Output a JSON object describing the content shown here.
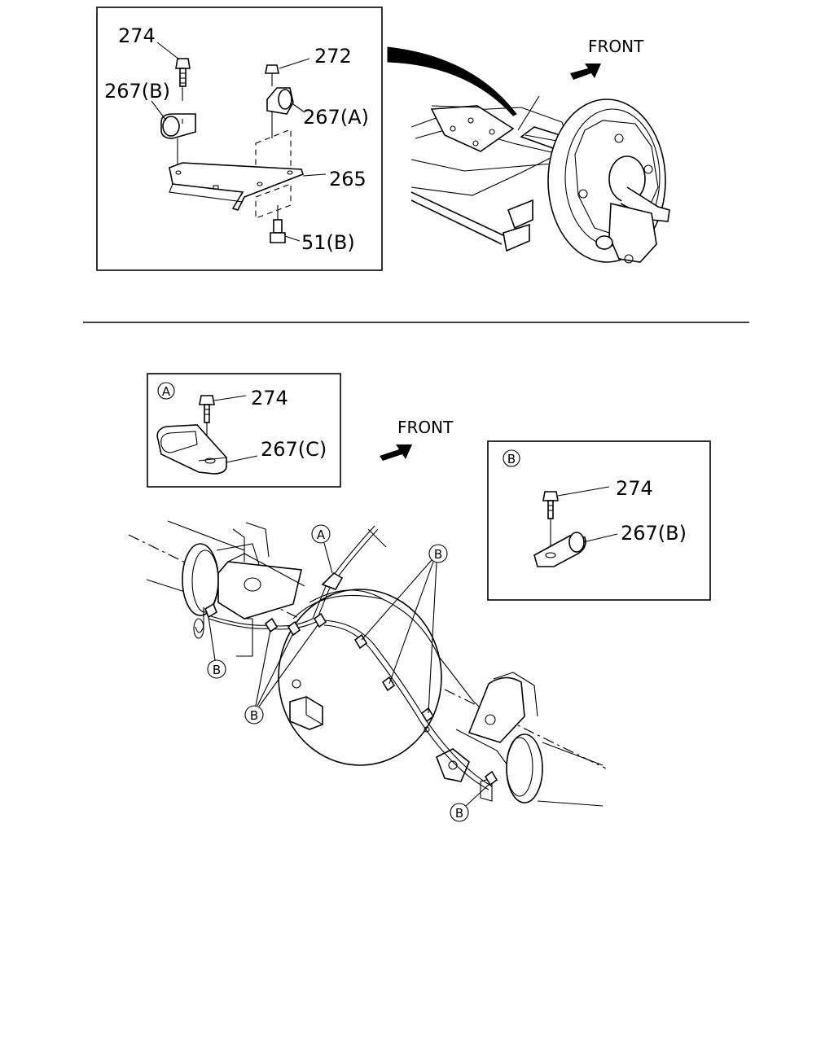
{
  "top_inset": {
    "labels": {
      "bolt": "274",
      "nut": "272",
      "clip_b": "267(B)",
      "clip_a": "267(A)",
      "bracket": "265",
      "stud": "51(B)"
    }
  },
  "top_main": {
    "front": "FRONT"
  },
  "inset_a": {
    "marker": "A",
    "labels": {
      "bolt": "274",
      "clip_c": "267(C)"
    }
  },
  "inset_b": {
    "marker": "B",
    "labels": {
      "bolt": "274",
      "clip_b": "267(B)"
    }
  },
  "bottom_main": {
    "front": "FRONT",
    "callouts": {
      "a": "A",
      "b": "B"
    }
  }
}
